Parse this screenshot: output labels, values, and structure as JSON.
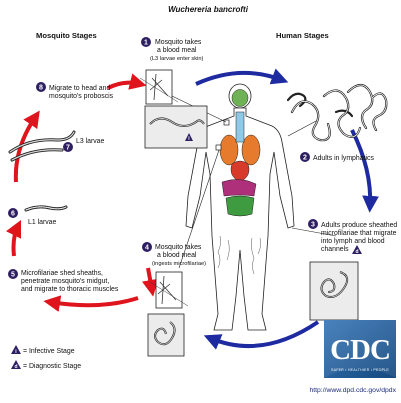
{
  "title": "Wuchereria bancrofti",
  "headers": {
    "mosquito": "Mosquito Stages",
    "human": "Human Stages"
  },
  "steps": [
    {
      "n": "1",
      "lines": [
        "Mosquito takes",
        "a blood meal"
      ],
      "sub": "(L3 larvae enter skin)"
    },
    {
      "n": "2",
      "lines": [
        "Adults in lymphatics"
      ],
      "sub": ""
    },
    {
      "n": "3",
      "lines": [
        "Adults produce sheathed",
        "microfilariae that migrate",
        "into lymph and blood",
        "channels"
      ],
      "sub": ""
    },
    {
      "n": "4",
      "lines": [
        "Mosquito takes",
        "a blood meal"
      ],
      "sub": "(ingests microfilariae)"
    },
    {
      "n": "5",
      "lines": [
        "Microfilariae shed sheaths,",
        "penetrate mosquito's midgut,",
        "and migrate to thoracic muscles"
      ],
      "sub": ""
    },
    {
      "n": "6",
      "lines": [
        "L1 larvae"
      ],
      "sub": ""
    },
    {
      "n": "7",
      "lines": [
        "L3 larvae"
      ],
      "sub": ""
    },
    {
      "n": "8",
      "lines": [
        "Migrate to head and",
        "mosquito's proboscis"
      ],
      "sub": ""
    }
  ],
  "legend": [
    {
      "symbol": "i",
      "text": "= Infective Stage"
    },
    {
      "symbol": "d",
      "text": "= Diagnostic Stage"
    }
  ],
  "logo": {
    "text": "CDC",
    "tagline": "SAFER • HEALTHIER • PEOPLE"
  },
  "source_url": "http://www.dpd.cdc.gov/dpdx",
  "colors": {
    "mosquito_arrow": "#e0141d",
    "human_arrow": "#1e2aa0",
    "step_badge": "#2e1f63",
    "lymph_fill": "#ffffff",
    "cdc_blue": "#1f5a9c"
  }
}
